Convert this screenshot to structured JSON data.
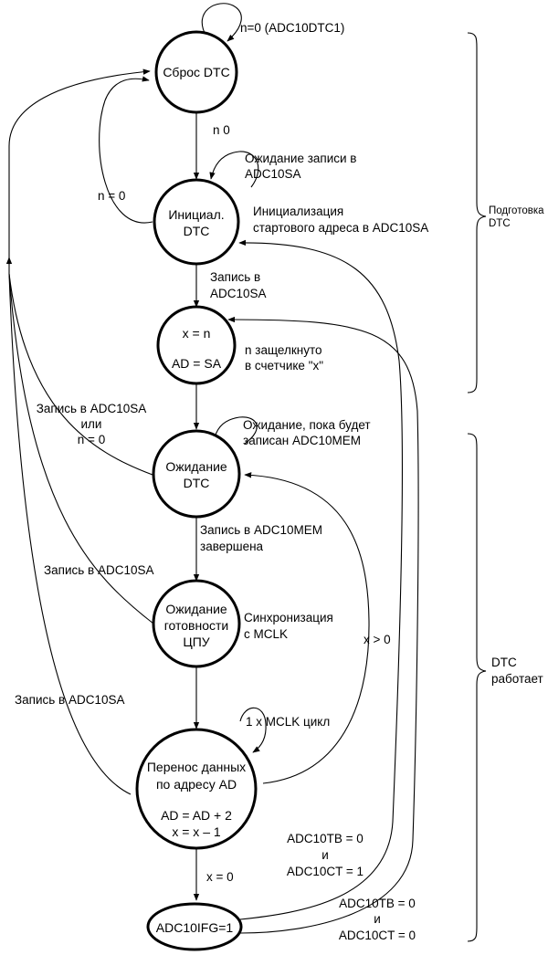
{
  "states": {
    "reset": [
      "Сброс DTC"
    ],
    "init": [
      "Инициал.",
      "DTC"
    ],
    "latch": [
      "x = n",
      "AD = SA"
    ],
    "wait_dtc": [
      "Ожидание",
      "DTC"
    ],
    "wait_cpu": [
      "Ожидание",
      "готовности",
      "ЦПУ"
    ],
    "transfer": [
      "Перенос данных",
      "по адресу AD",
      "AD = AD + 2",
      "x = x – 1"
    ],
    "ifg": [
      "ADC10IFG=1"
    ]
  },
  "labels": {
    "reset_loop": [
      "n=0 (ADC10DTC1)"
    ],
    "n_nonzero": [
      "n   0"
    ],
    "wait_write_sa": [
      "Ожидание записи в",
      "ADC10SA"
    ],
    "n_zero_back": [
      "n = 0"
    ],
    "init_start_addr": [
      "Инициализация",
      "стартового адреса в ADC10SA"
    ],
    "write_sa": [
      "Запись в",
      "ADC10SA"
    ],
    "n_latched": [
      "n защелкнуто",
      "в счетчике \"x\""
    ],
    "write_sa_or_n0": [
      "Запись в ADC10SA",
      "или",
      "n = 0"
    ],
    "wait_mem": [
      "Ожидание, пока будет",
      "записан ADC10MEM"
    ],
    "mem_done": [
      "Запись в ADC10MEM",
      "завершена"
    ],
    "write_sa_2": [
      "Запись в ADC10SA"
    ],
    "sync_mclk": [
      "Синхронизация",
      "с MCLK"
    ],
    "x_gt_0": [
      "x > 0"
    ],
    "write_sa_3": [
      "Запись в ADC10SA"
    ],
    "mclk_cycle": [
      "1 x MCLK цикл"
    ],
    "x_zero": [
      "x = 0"
    ],
    "tb0_ct1": [
      "ADC10TB = 0",
      "и",
      "ADC10CT = 1"
    ],
    "tb0_ct0": [
      "ADC10TB = 0",
      "и",
      "ADC10CT = 0"
    ]
  },
  "braces": {
    "prep": [
      "Подготовка",
      "DTC"
    ],
    "running": [
      "DTC",
      "работает"
    ]
  }
}
